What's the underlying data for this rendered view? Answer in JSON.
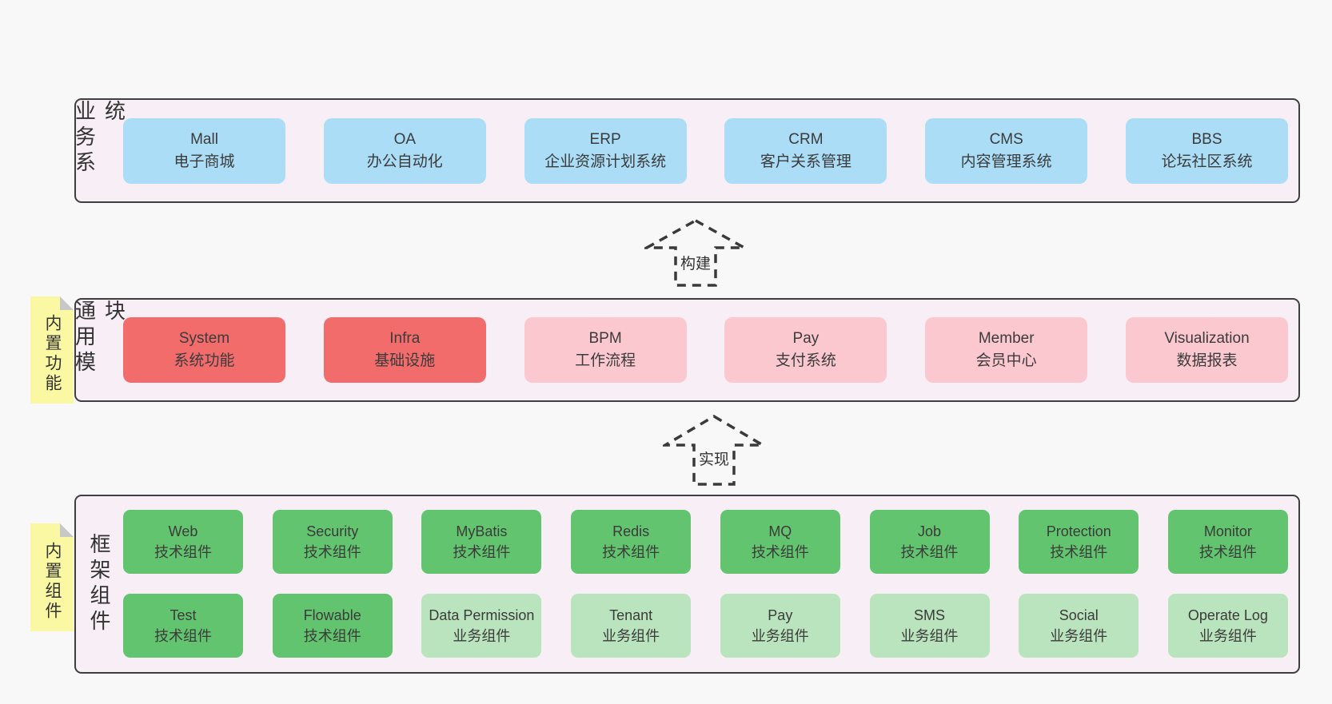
{
  "arrows": [
    {
      "label": "构建"
    },
    {
      "label": "实现"
    }
  ],
  "bands": [
    {
      "label": "业务系统",
      "boxes": [
        {
          "name": "Mall",
          "desc": "电子商城"
        },
        {
          "name": "OA",
          "desc": "办公自动化"
        },
        {
          "name": "ERP",
          "desc": "企业资源计划系统"
        },
        {
          "name": "CRM",
          "desc": "客户关系管理"
        },
        {
          "name": "CMS",
          "desc": "内容管理系统"
        },
        {
          "name": "BBS",
          "desc": "论坛社区系统"
        }
      ]
    },
    {
      "label": "通用模块",
      "sticky": "内置功能",
      "boxes": [
        {
          "name": "System",
          "desc": "系统功能"
        },
        {
          "name": "Infra",
          "desc": "基础设施"
        },
        {
          "name": "BPM",
          "desc": "工作流程"
        },
        {
          "name": "Pay",
          "desc": "支付系统"
        },
        {
          "name": "Member",
          "desc": "会员中心"
        },
        {
          "name": "Visualization",
          "desc": "数据报表"
        }
      ]
    },
    {
      "label": "框架组件",
      "sticky": "内置组件",
      "rows": [
        [
          {
            "name": "Web",
            "desc": "技术组件"
          },
          {
            "name": "Security",
            "desc": "技术组件"
          },
          {
            "name": "MyBatis",
            "desc": "技术组件"
          },
          {
            "name": "Redis",
            "desc": "技术组件"
          },
          {
            "name": "MQ",
            "desc": "技术组件"
          },
          {
            "name": "Job",
            "desc": "技术组件"
          },
          {
            "name": "Protection",
            "desc": "技术组件"
          },
          {
            "name": "Monitor",
            "desc": "技术组件"
          }
        ],
        [
          {
            "name": "Test",
            "desc": "技术组件"
          },
          {
            "name": "Flowable",
            "desc": "技术组件"
          },
          {
            "name": "Data Permission",
            "desc": "业务组件"
          },
          {
            "name": "Tenant",
            "desc": "业务组件"
          },
          {
            "name": "Pay",
            "desc": "业务组件"
          },
          {
            "name": "SMS",
            "desc": "业务组件"
          },
          {
            "name": "Social",
            "desc": "业务组件"
          },
          {
            "name": "Operate Log",
            "desc": "业务组件"
          }
        ]
      ]
    }
  ],
  "colors": {
    "page_bg": "#f8f8f8",
    "band_bg": "#f7eef6",
    "band_border": "#3f3f3f",
    "business_box": "#abddf6",
    "core_module_box": "#f26c6c",
    "optional_module_box": "#fbc8d0",
    "tech_component_box": "#62c46e",
    "biz_component_box": "#bae4be",
    "sticky_note": "#faf8a3",
    "sticky_fold": "#c8c8c8",
    "text": "#3b3b3b"
  }
}
